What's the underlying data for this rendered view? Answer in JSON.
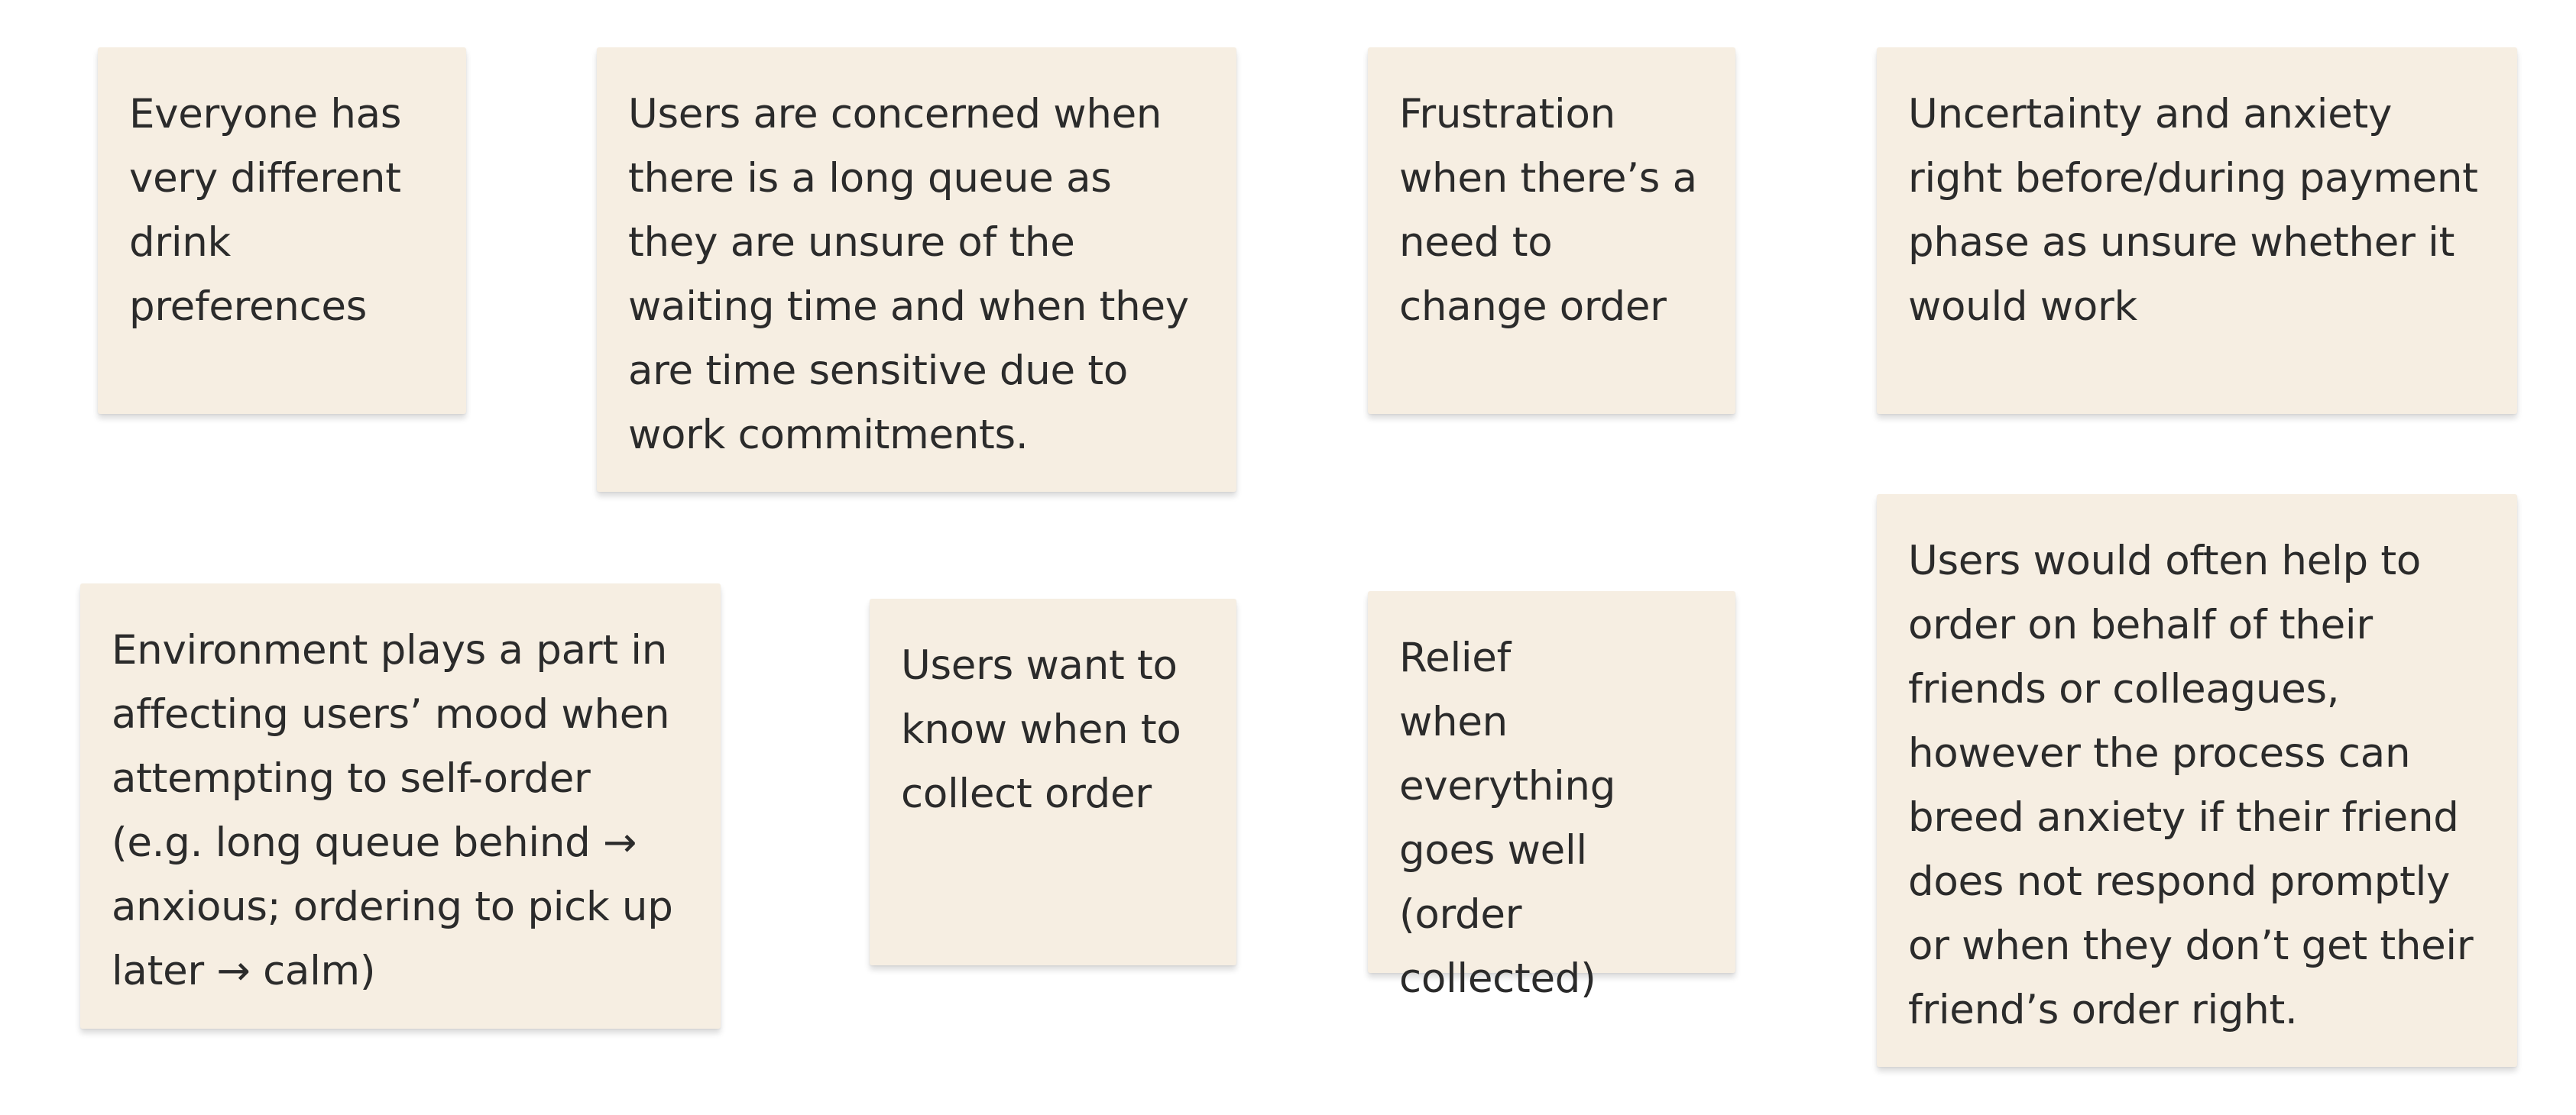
{
  "notes": [
    {
      "text": "Everyone has very different drink preferences"
    },
    {
      "text": "Users are concerned when there is a  long queue as they are unsure of the waiting time and when they are time sensitive due to work commitments."
    },
    {
      "text": "Frustration when there’s a need to change order"
    },
    {
      "text": "Uncertainty and anxiety right before/during payment phase as unsure whether it would work"
    },
    {
      "text": "Environment plays a part in affecting users’ mood when attempting to self-order (e.g. long queue behind → anxious; ordering to pick up later → calm)"
    },
    {
      "text": "Users want to know when to collect order"
    },
    {
      "text": "Relief when everything goes well (order collected)"
    },
    {
      "text": "Users would often help to order on behalf of their friends or colleagues, however the process can breed anxiety if their friend does not respond promptly or when they don’t get their friend’s order right."
    }
  ],
  "colors": {
    "note_background": "#f6eee2",
    "note_text": "#2b2b2b",
    "canvas": "#ffffff"
  }
}
